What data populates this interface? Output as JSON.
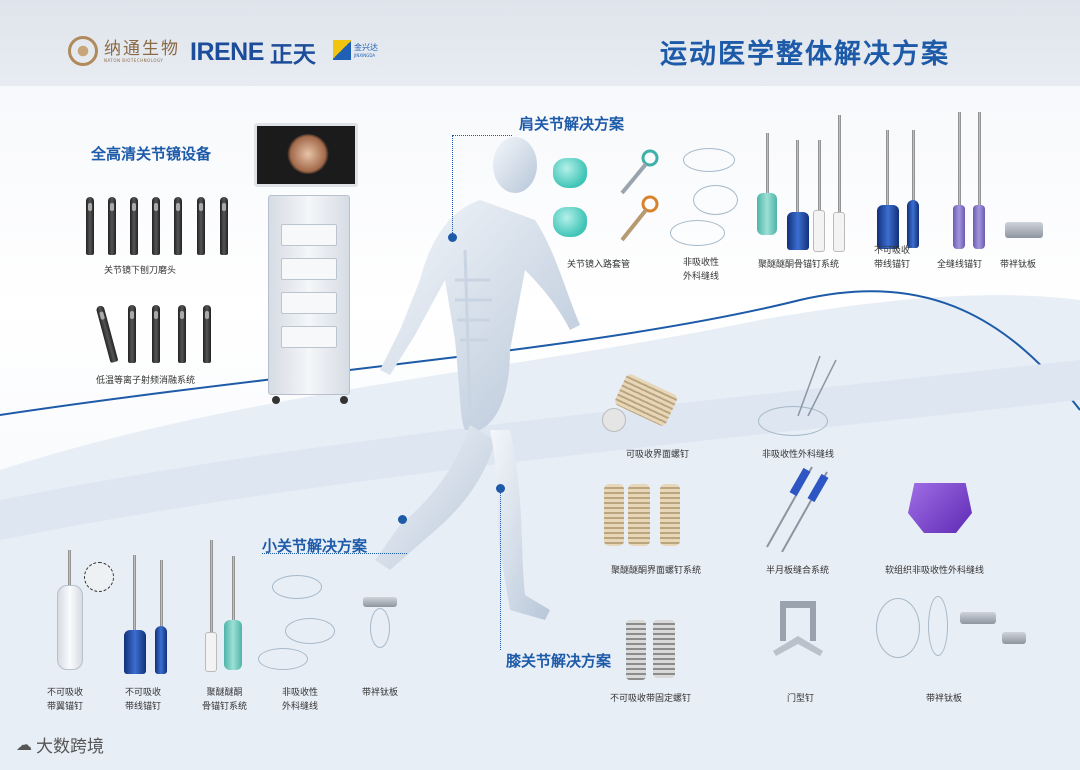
{
  "header": {
    "logo_naton_cn": "纳通生物",
    "logo_naton_en": "NATON BIOTECHNOLOGY",
    "logo_irene_en": "IRENE",
    "logo_irene_cn": "正天",
    "logo_jxd_cn": "金兴达",
    "logo_jxd_en": "JINXINGDA",
    "title": "运动医学整体解决方案"
  },
  "sections": {
    "equipment": "全高清关节镜设备",
    "shoulder": "肩关节解决方案",
    "small_joint": "小关节解决方案",
    "knee": "膝关节解决方案"
  },
  "products": {
    "shaver_blades": "关节镜下刨刀磨头",
    "ablation": "低温等离子射频消融系统",
    "cannula": "关节镜入路套管",
    "shoulder_suture": "非吸收性\n外科缝线",
    "peek_anchor": "聚醚醚酮骨锚钉系统",
    "shoulder_anchor": "不可吸收\n带线锚钉",
    "all_suture_anchor": "全缝线锚钉",
    "shoulder_plate": "带袢钛板",
    "interference_screw": "可吸收界面螺钉",
    "knee_suture": "非吸收性外科缝线",
    "peek_screw": "聚醚醚酮界面螺钉系统",
    "meniscus": "半月板缝合系统",
    "soft_tissue": "软组织非吸收性外科缝线",
    "cancellous_screw": "不可吸收带固定螺钉",
    "staple": "门型钉",
    "knee_plate": "带袢钛板",
    "winged_anchor": "不可吸收\n带翼锚钉",
    "small_anchor": "不可吸收\n带线锚钉",
    "small_peek": "聚醚醚酮\n骨锚钉系统",
    "small_suture": "非吸收性\n外科缝线",
    "small_plate": "带袢钛板"
  },
  "watermark": "大数跨境",
  "colors": {
    "brand_blue": "#1d5aa8",
    "header_bg": "#dfe4ec",
    "accent_purple": "#7a3fd0",
    "accent_teal": "#3fc4b6"
  }
}
